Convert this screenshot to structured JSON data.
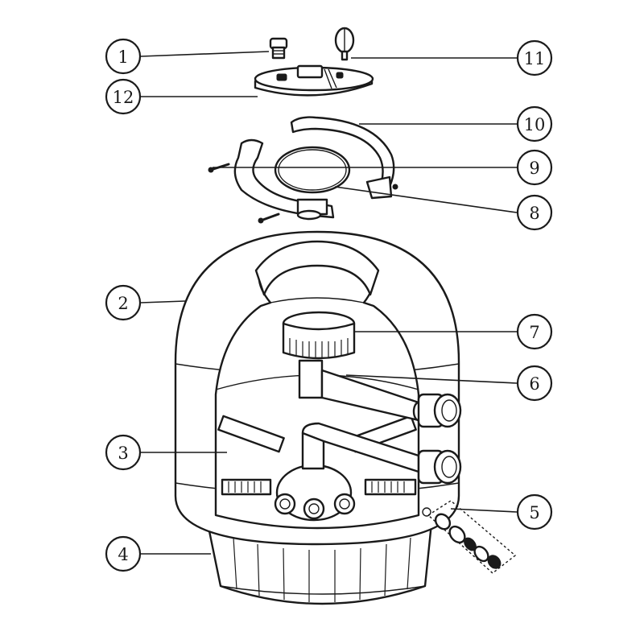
{
  "diagram": {
    "callouts": [
      {
        "id": "c1",
        "label": "1"
      },
      {
        "id": "c2",
        "label": "2"
      },
      {
        "id": "c3",
        "label": "3"
      },
      {
        "id": "c4",
        "label": "4"
      },
      {
        "id": "c5",
        "label": "5"
      },
      {
        "id": "c6",
        "label": "6"
      },
      {
        "id": "c7",
        "label": "7"
      },
      {
        "id": "c8",
        "label": "8"
      },
      {
        "id": "c9",
        "label": "9"
      },
      {
        "id": "c10",
        "label": "10"
      },
      {
        "id": "c11",
        "label": "11"
      },
      {
        "id": "c12",
        "label": "12"
      }
    ],
    "line_color": "#1a1a1a",
    "background": "#ffffff"
  }
}
